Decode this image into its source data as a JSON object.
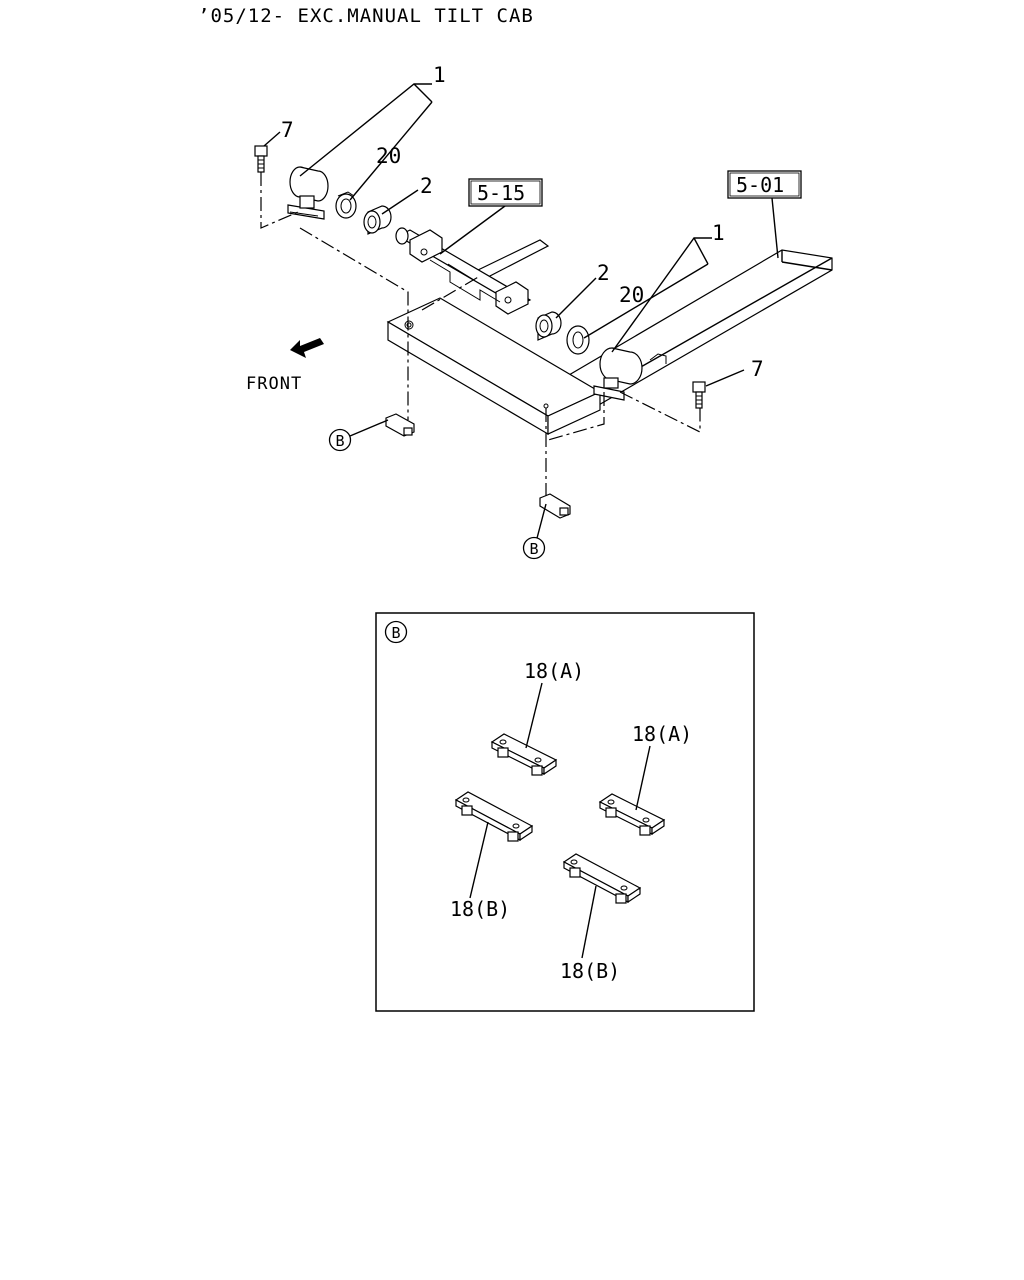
{
  "header": {
    "title": "’05/12- EXC.MANUAL TILT CAB"
  },
  "labels": {
    "front": "FRONT",
    "ref_5_15": "5-15",
    "ref_5_01": "5-01",
    "part_1_left": "1",
    "part_1_right": "1",
    "part_20_left": "20",
    "part_20_right": "20",
    "part_2_left": "2",
    "part_2_right": "2",
    "part_7_left": "7",
    "part_7_right": "7",
    "callout_b_left": "B",
    "callout_b_bottom": "B"
  },
  "detail_b": {
    "title": "B",
    "items": [
      "18(A)",
      "18(A)",
      "18(B)",
      "18(B)"
    ]
  }
}
